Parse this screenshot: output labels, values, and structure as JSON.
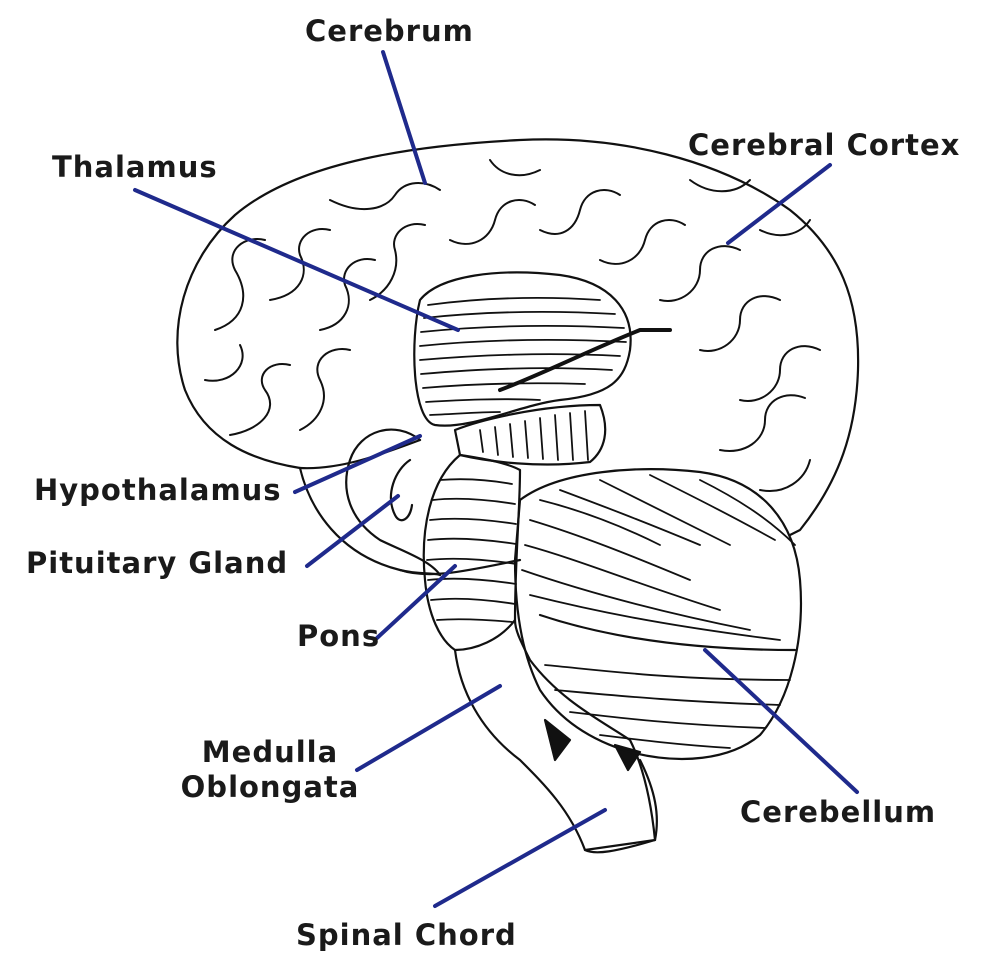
{
  "diagram": {
    "labels": {
      "cerebrum": "Cerebrum",
      "cerebral_cortex": "Cerebral Cortex",
      "thalamus": "Thalamus",
      "hypothalamus": "Hypothalamus",
      "pituitary_gland": "Pituitary Gland",
      "pons": "Pons",
      "medulla_line1": "Medulla",
      "medulla_line2": "Oblongata",
      "cerebellum": "Cerebellum",
      "spinal_chord": "Spinal Chord"
    },
    "colors": {
      "leader_line": "#1f2a8c",
      "drawing": "#111111",
      "background": "#ffffff"
    }
  }
}
